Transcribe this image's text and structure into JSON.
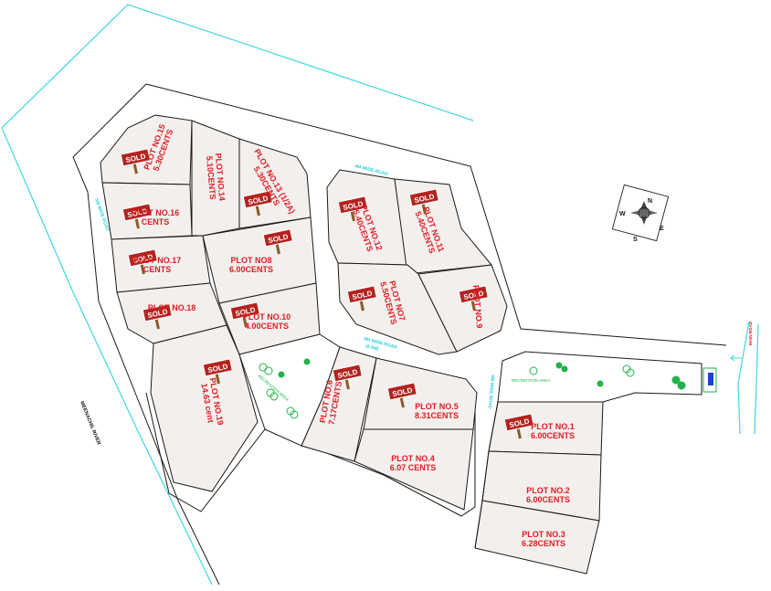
{
  "plots": [
    {
      "id": "p1",
      "title": "PLOT NO.1",
      "area": "6.00CENTS",
      "sold": true
    },
    {
      "id": "p2",
      "title": "PLOT NO.2",
      "area": "6.00CENTS",
      "sold": false
    },
    {
      "id": "p3",
      "title": "PLOT NO.3",
      "area": "6.28CENTS",
      "sold": false
    },
    {
      "id": "p4",
      "title": "PLOT NO.4",
      "area": "6.07 CENTS",
      "sold": false
    },
    {
      "id": "p5",
      "title": "PLOT NO.5",
      "area": "8.31CENTS",
      "sold": true
    },
    {
      "id": "p6",
      "title": "PLOT NO.6",
      "area": "7.17CENTS",
      "sold": true
    },
    {
      "id": "p7",
      "title": "PLOT NO7",
      "area": "5.50CENTS",
      "sold": true
    },
    {
      "id": "p8",
      "title": "PLOT NO8",
      "area": "6.00CENTS",
      "sold": true
    },
    {
      "id": "p9",
      "title": "PLOT NO.9",
      "area": "",
      "sold": true
    },
    {
      "id": "p10",
      "title": "PLOT NO.10",
      "area": "4.00CENTS",
      "sold": true
    },
    {
      "id": "p11",
      "title": "PLOT NO.11",
      "area": "5.40CENTS",
      "sold": true
    },
    {
      "id": "p12",
      "title": "PLOT NO.12",
      "area": "5.40CENTS",
      "sold": true
    },
    {
      "id": "p13",
      "title": "PLOT NO.13 (1/2A)",
      "area": "5.30CENTS",
      "sold": true
    },
    {
      "id": "p14",
      "title": "PLOT NO.14",
      "area": "5.10CENTS",
      "sold": false
    },
    {
      "id": "p15",
      "title": "PLOT NO.15",
      "area": "5.30CENTS",
      "sold": true
    },
    {
      "id": "p16",
      "title": "PLOT NO.16",
      "area": "CENTS",
      "sold": true
    },
    {
      "id": "p17",
      "title": "PLOT NO.17",
      "area": "CENTS",
      "sold": true
    },
    {
      "id": "p18",
      "title": "PLOT NO.18",
      "area": "",
      "sold": true
    },
    {
      "id": "p19",
      "title": "PLOT NO.19",
      "area": "14.63 cent",
      "sold": true
    }
  ],
  "sold_sign_text": "SOLD",
  "river_label": "MEENACHIL RIVER",
  "road_labels": {
    "west_road": "5M WIDE ROAD",
    "north_road": "4M WIDE ROAD",
    "central_road": "5M WIDE ROAD",
    "central_road_sub": "(6.5M)",
    "side_road": "4M WIDE ROAD",
    "main_road": "MAIN ROAD"
  },
  "green_area_labels": [
    "RECREATION AREA",
    "RECREATION AREA"
  ],
  "compass": {
    "north": "N",
    "south": "S",
    "east": "E",
    "west": "W"
  },
  "colors": {
    "plot_text": "#e31b23",
    "river": "#3fd6e6",
    "plot_fill": "#f2efed",
    "tree": "#21b34a"
  }
}
